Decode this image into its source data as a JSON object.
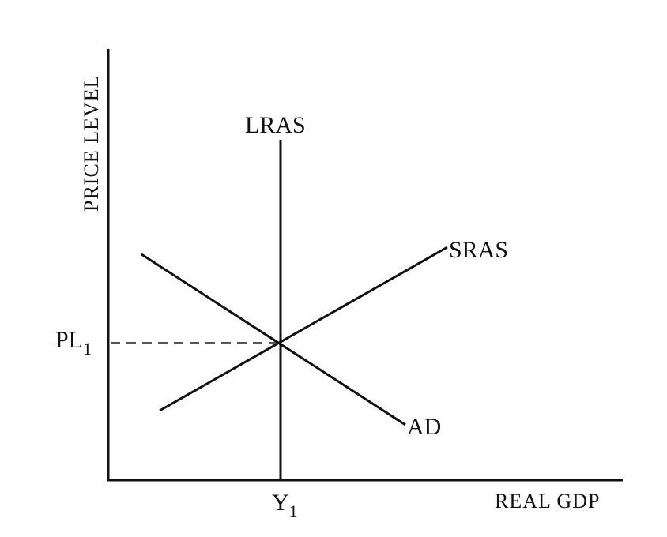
{
  "diagram": {
    "y_axis_label": "PRICE LEVEL",
    "x_axis_label": "REAL GDP",
    "curves": {
      "lras": "LRAS",
      "sras": "SRAS",
      "ad": "AD"
    },
    "equilibrium": {
      "price_label": "PL",
      "price_subscript": "1",
      "output_label": "Y",
      "output_subscript": "1"
    }
  }
}
